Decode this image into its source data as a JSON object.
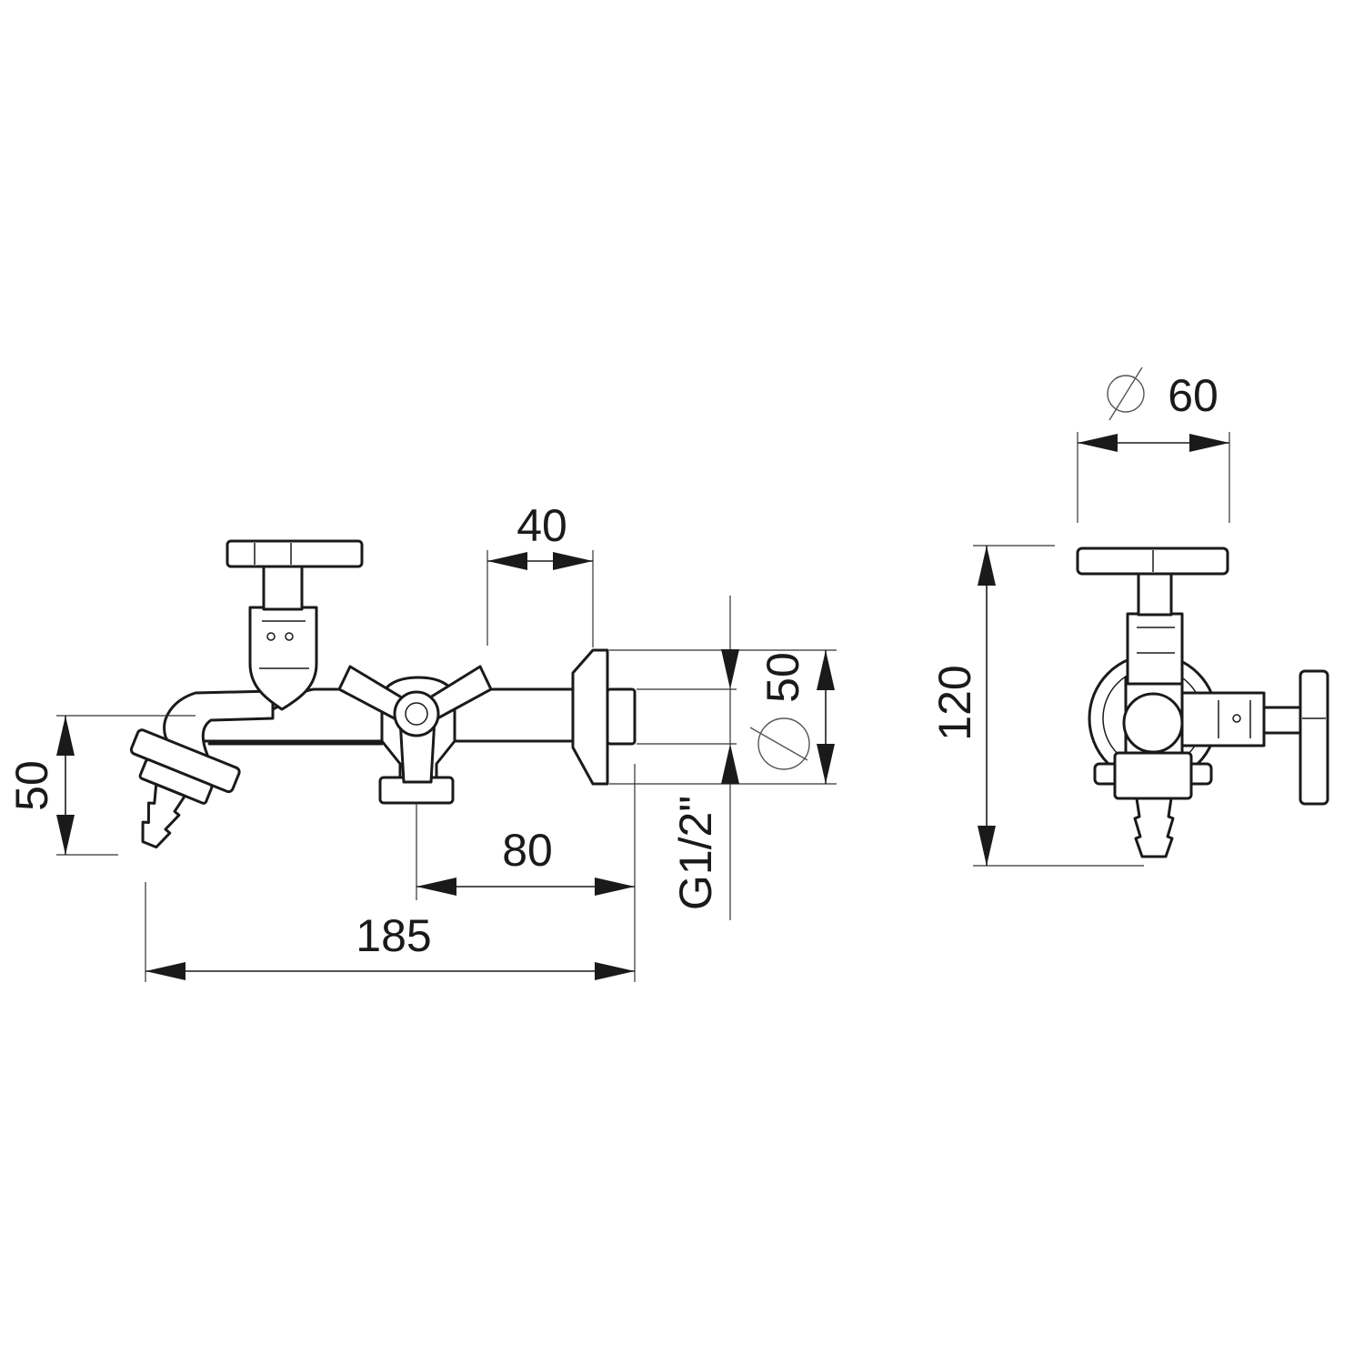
{
  "dimensions": {
    "overall_length": "185",
    "center_to_wall": "80",
    "handle_offset": "40",
    "outlet_height": "50",
    "flange_height": "50",
    "thread": "G1/2\"",
    "flange_diameter": "60",
    "total_height": "120"
  }
}
